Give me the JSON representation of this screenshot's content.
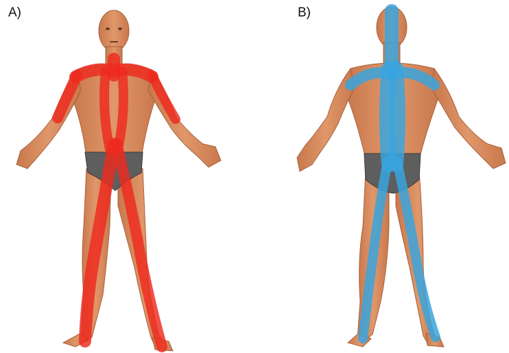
{
  "panels": [
    {
      "label": "A)",
      "view": "front",
      "band_color": "#ee2a1f"
    },
    {
      "label": "B)",
      "view": "back",
      "band_color": "#3aa4de"
    }
  ],
  "colors": {
    "skin": "#d98a5e",
    "skin_dark": "#b86c44",
    "hair_scalp": "#c98a62",
    "briefs": "#5a5a5a"
  }
}
